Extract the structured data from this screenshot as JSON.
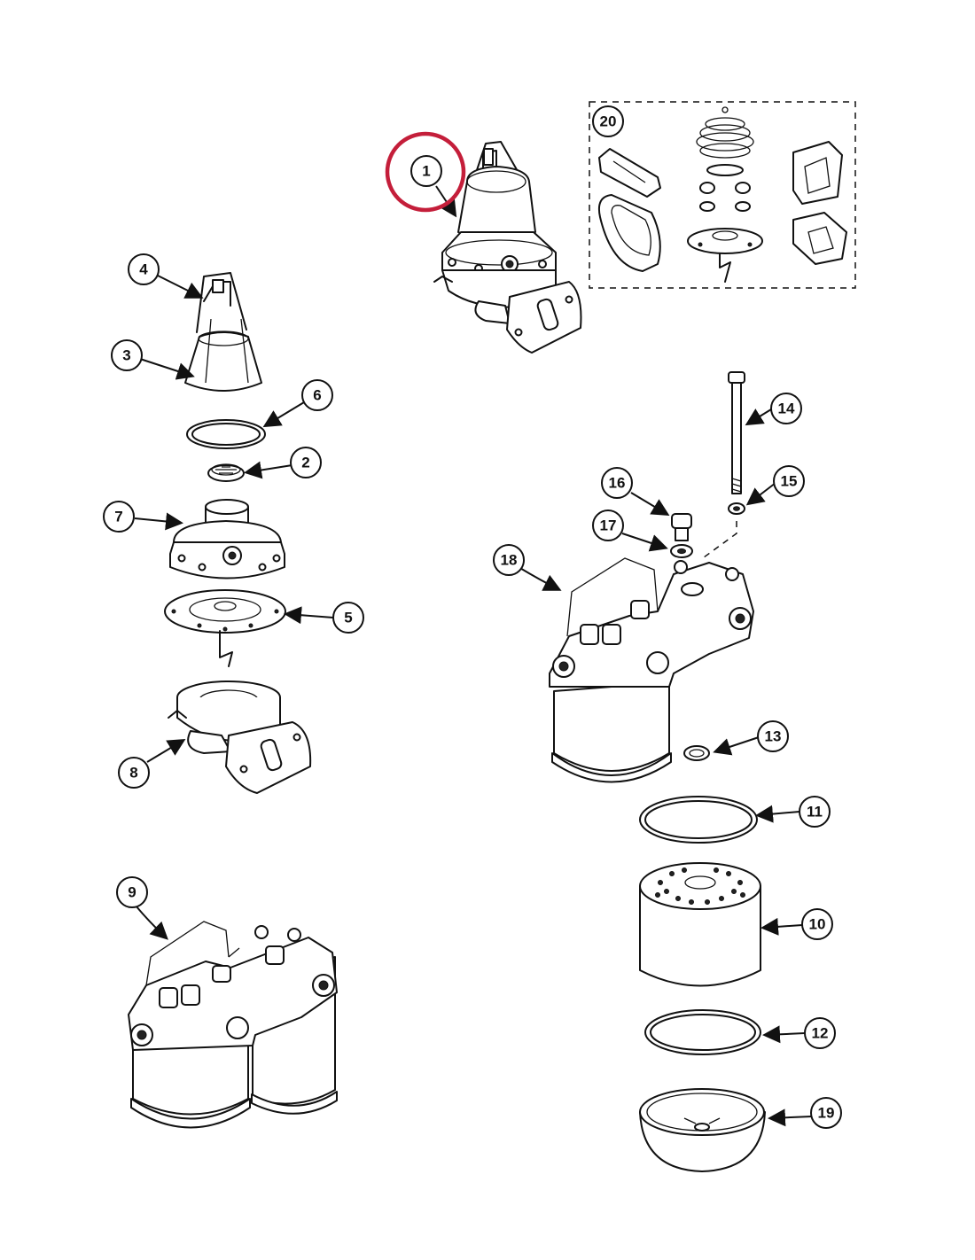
{
  "highlight": {
    "color": "#c41e3a",
    "callout": "1"
  },
  "callouts": {
    "c1": "1",
    "c2": "2",
    "c3": "3",
    "c4": "4",
    "c5": "5",
    "c6": "6",
    "c7": "7",
    "c8": "8",
    "c9": "9",
    "c10": "10",
    "c11": "11",
    "c12": "12",
    "c13": "13",
    "c14": "14",
    "c15": "15",
    "c16": "16",
    "c17": "17",
    "c18": "18",
    "c19": "19",
    "c20": "20"
  }
}
